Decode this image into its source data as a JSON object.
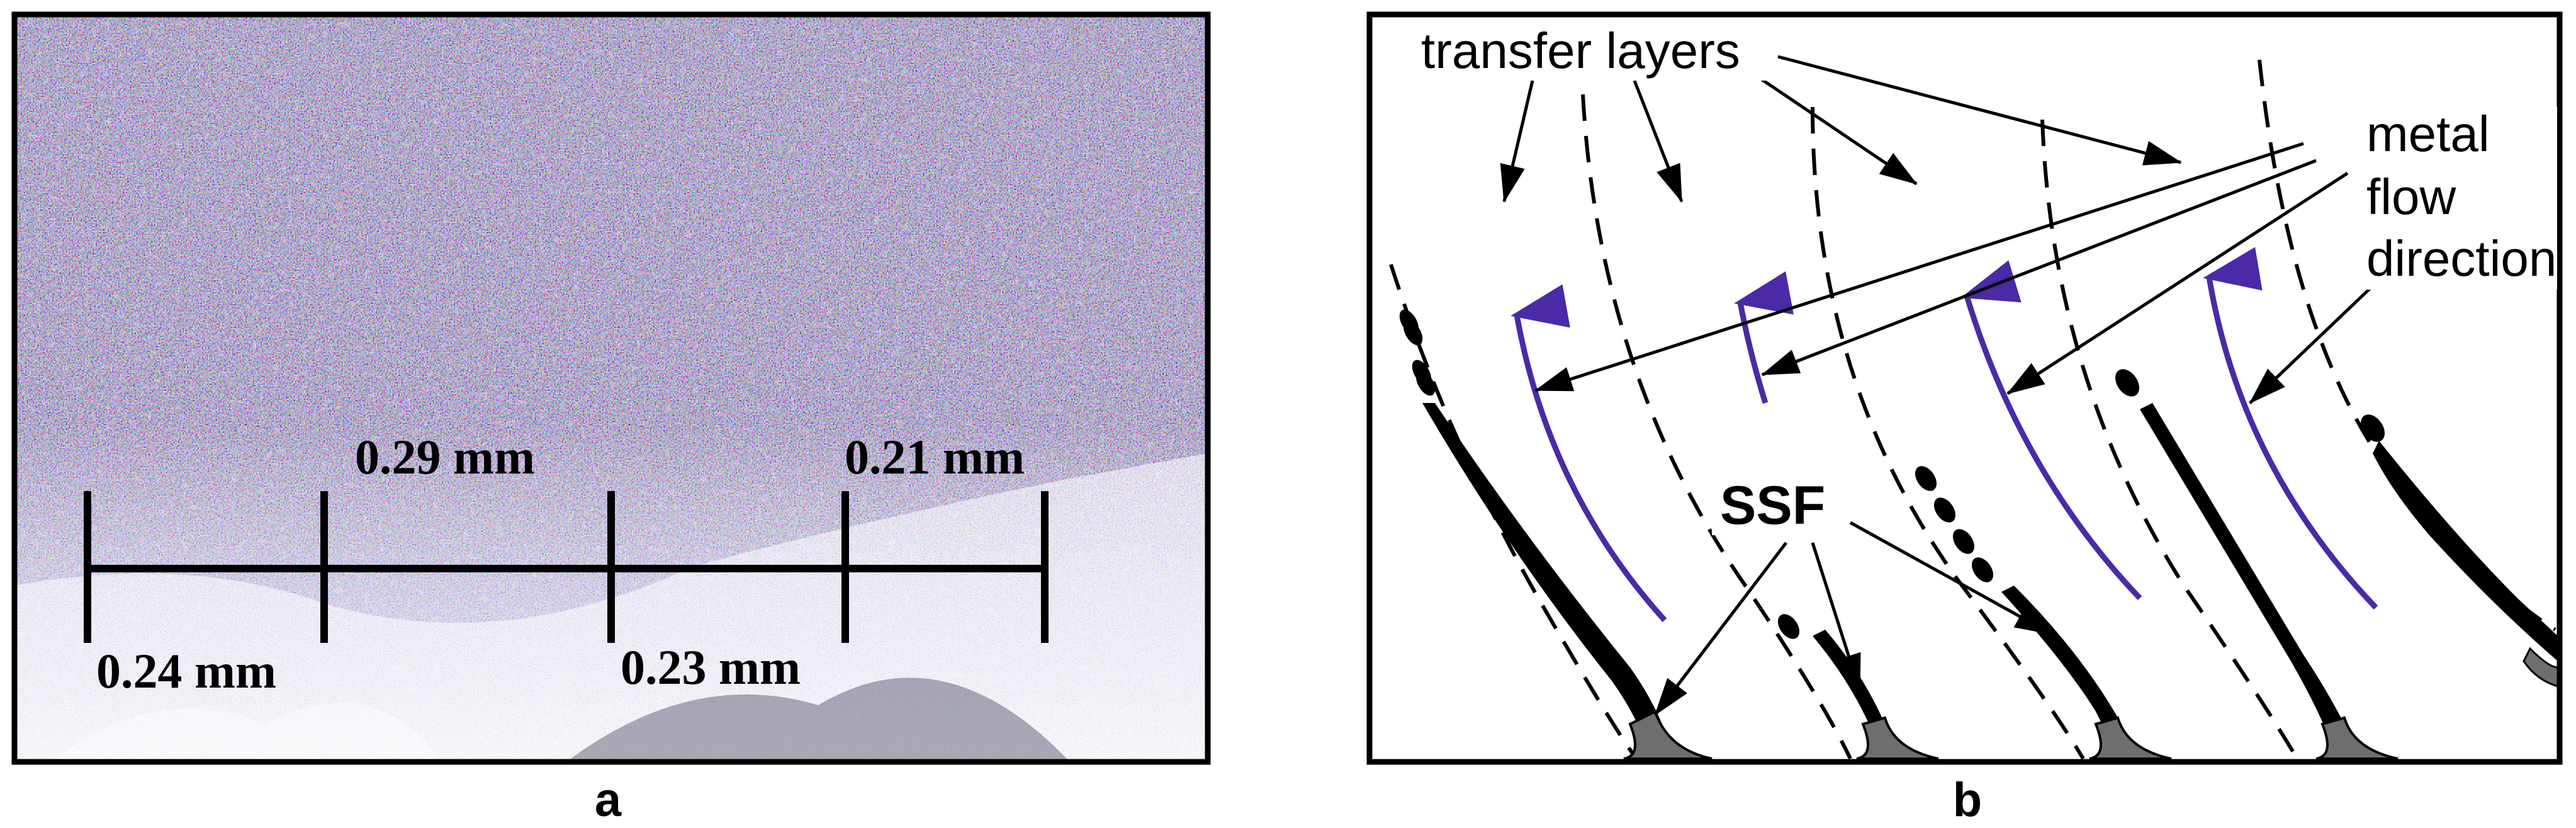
{
  "panel_a": {
    "label": "a",
    "measurements": [
      "0.24 mm",
      "0.29 mm",
      "0.23 mm",
      "0.21 mm"
    ]
  },
  "panel_b": {
    "label": "b",
    "transfer_layers_label": "transfer layers",
    "metal_flow_label": [
      "metal",
      "flow",
      "direction"
    ],
    "ssf_label": "SSF"
  },
  "colors": {
    "frame": "#000000",
    "flow_arrow": "#4a2aa6",
    "ssf_fill": "#6e6e6e",
    "background": "#ffffff"
  }
}
